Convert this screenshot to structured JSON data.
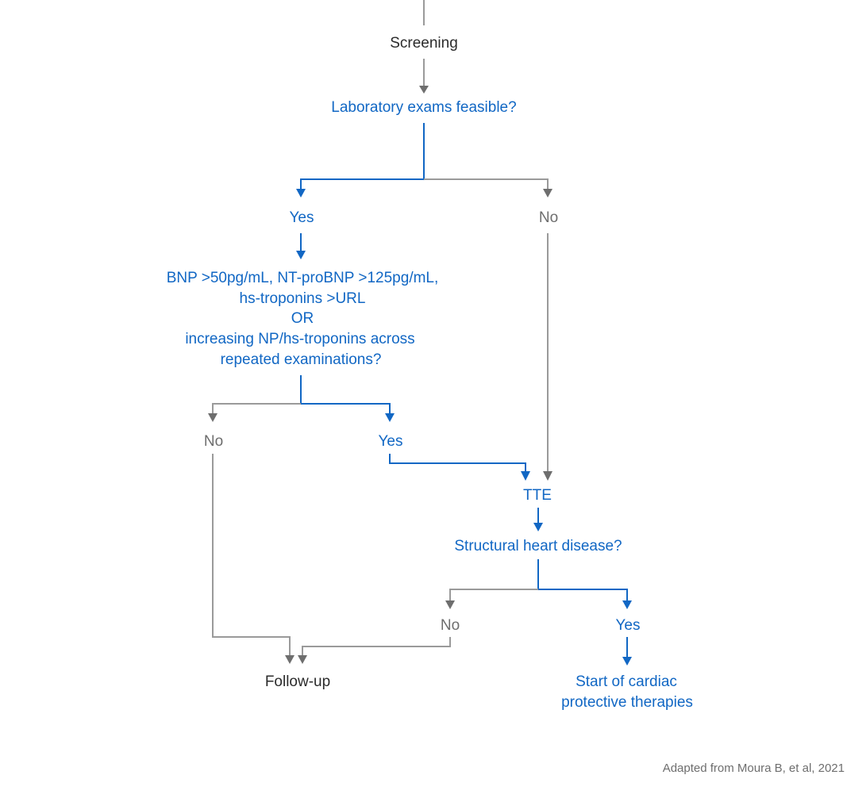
{
  "nodes": {
    "screening": "Screening",
    "lab_feasible": "Laboratory exams feasible?",
    "lab_yes": "Yes",
    "lab_no": "No",
    "biomarker_q": [
      "BNP >50pg/mL, NT-proBNP >125pg/mL,",
      "hs-troponins >URL",
      "OR",
      "increasing NP/hs-troponins across",
      "repeated examinations?"
    ],
    "bio_no": "No",
    "bio_yes": "Yes",
    "tte": "TTE",
    "structural_q": "Structural heart disease?",
    "struct_no": "No",
    "struct_yes": "Yes",
    "follow_up": "Follow-up",
    "therapies": [
      "Start of cardiac",
      "protective therapies"
    ]
  },
  "source": "Adapted from Moura B, et al, 2021",
  "colors": {
    "decision_blue": "#1167c4",
    "no_gray": "#6e6e6e",
    "line_gray": "#9a9a9a",
    "text_dark": "#2b2b2b"
  }
}
